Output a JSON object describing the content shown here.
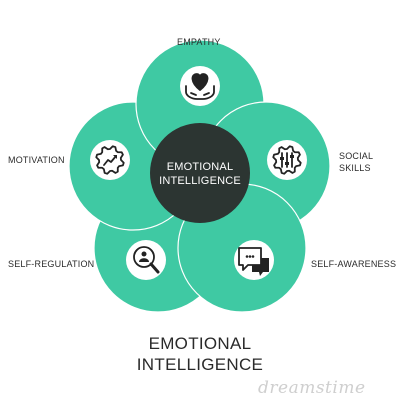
{
  "diagram": {
    "center_title": "EMOTIONAL\nINTELLIGENCE",
    "bottom_title": "EMOTIONAL\nINTELLIGENCE",
    "petals": [
      {
        "key": "empathy",
        "label": "EMPATHY",
        "icon": "heart-in-hands-icon"
      },
      {
        "key": "social-skills",
        "label": "SOCIAL\nSKILLS",
        "icon": "gear-sliders-icon"
      },
      {
        "key": "self-awareness",
        "label": "SELF-AWARENESS",
        "icon": "chat-bubbles-icon"
      },
      {
        "key": "self-regulation",
        "label": "SELF-REGULATION",
        "icon": "magnifier-person-icon"
      },
      {
        "key": "motivation",
        "label": "MOTIVATION",
        "icon": "gear-arrow-icon"
      }
    ]
  },
  "watermark": "dreamstime",
  "colors": {
    "petal": "#3fc9a3",
    "petal_stroke": "#ffffff",
    "center": "#2c3532",
    "icon_bg": "#ffffff",
    "icon_stroke": "#222222",
    "text": "#2b2b2b"
  }
}
